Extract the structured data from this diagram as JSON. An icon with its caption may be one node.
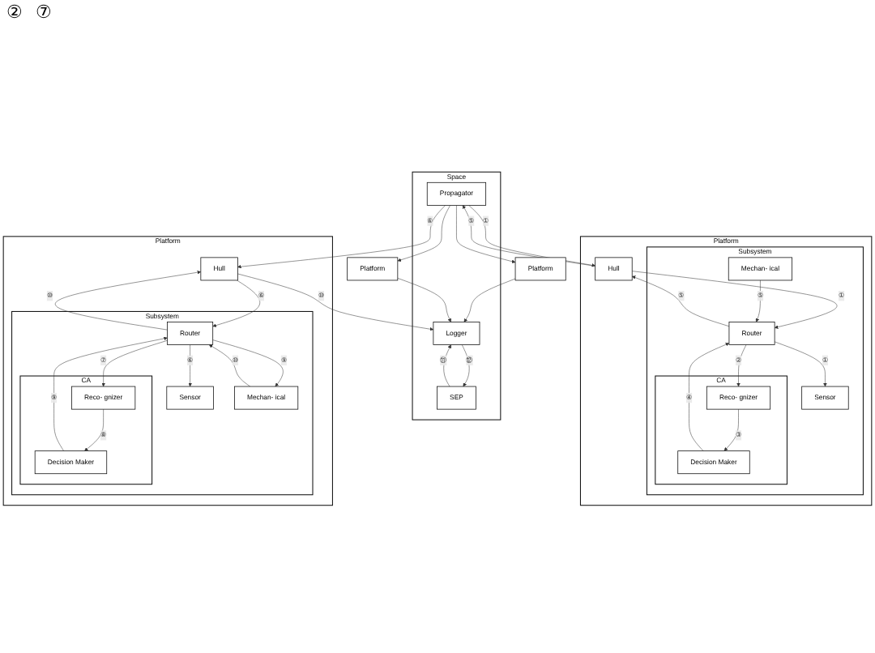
{
  "diagram": {
    "nodes": [
      {
        "text": [
          "Space"
        ]
      },
      {
        "text": [
          "Propagator"
        ],
        "in": 0
      },
      {
        "text": [
          "SEP"
        ],
        "in": 0
      },
      {
        "text": [
          "Logger"
        ],
        "in": 0
      },
      {
        "text": [
          "Platform"
        ]
      },
      {
        "text": [
          "Hull"
        ],
        "in": 4
      },
      {
        "text": [
          "Subsystem"
        ],
        "in": 4
      },
      {
        "text": [
          "Router"
        ],
        "in": 6
      },
      {
        "text": [
          "Sensor"
        ],
        "in": 6
      },
      {
        "text": [
          "CA"
        ],
        "in": 6
      },
      {
        "text": [
          "Reco- gnizer"
        ],
        "in": 9
      },
      {
        "text": [
          "Decision Maker"
        ],
        "in": 9
      },
      {
        "text": [
          "Mechan- ical"
        ],
        "in": 6
      },
      {
        "text": [
          "Platform"
        ]
      },
      {
        "text": [
          "Platform"
        ]
      },
      {
        "text": [
          "Platform"
        ]
      },
      {
        "text": [
          "Hull"
        ],
        "in": 15
      },
      {
        "text": [
          "Subsystem"
        ],
        "in": 15
      },
      {
        "text": [
          "Router"
        ],
        "in": 17
      },
      {
        "text": [
          "Sensor"
        ],
        "in": 17
      },
      {
        "text": [
          "CA"
        ],
        "in": 17
      },
      {
        "text": [
          "Reco- gnizer"
        ],
        "in": 20
      },
      {
        "text": [
          "Decision Maker"
        ],
        "in": 20
      },
      {
        "text": [
          "Mechan- ical"
        ],
        "in": 17
      }
    ],
    "edges": [
      {
        "from": 1,
        "to": 5,
        "arrow": "to",
        "label": "①"
      },
      {
        "from": 5,
        "to": 1,
        "arrow": "to",
        "label": "⑤"
      },
      {
        "from": 2,
        "to": 3,
        "arrow": "to",
        "label": "⑪"
      },
      {
        "from": 3,
        "to": 2,
        "arrow": "to",
        "label": "⑫"
      },
      {
        "from": 5,
        "to": 7,
        "arrow": "to",
        "label": "①"
      },
      {
        "from": 7,
        "to": 5,
        "arrow": "to",
        "label": "⑤"
      },
      {
        "from": 7,
        "to": 8,
        "arrow": "to",
        "label": "①"
      },
      {
        "from": 7,
        "to": 10,
        "arrow": "to",
        "label": "②"
      },
      {
        "from": 10,
        "to": 11,
        "arrow": "to",
        "label": "③"
      },
      {
        "from": 11,
        "to": 7,
        "arrow": "to",
        "label": "④"
      },
      {
        "from": 12,
        "to": 7,
        "arrow": "to",
        "label": "⑤"
      },
      {
        "from": 1,
        "to": 13,
        "arrow": "to"
      },
      {
        "from": 1,
        "to": 14,
        "arrow": "to"
      },
      {
        "from": 1,
        "to": 16,
        "arrow": "to",
        "label": "⑥"
      },
      {
        "from": 13,
        "to": 3,
        "arrow": "to"
      },
      {
        "from": 14,
        "to": 3,
        "arrow": "to"
      },
      {
        "from": 16,
        "to": 3,
        "arrow": "to",
        "label": "⑩"
      },
      {
        "from": 16,
        "to": 18,
        "arrow": "to",
        "label": "⑥"
      },
      {
        "from": 18,
        "to": 16,
        "arrow": "to",
        "label": "⑩"
      },
      {
        "from": 18,
        "to": 19,
        "arrow": "to",
        "label": "⑥"
      },
      {
        "from": 18,
        "to": 21,
        "arrow": "to",
        "label": "⑦"
      },
      {
        "from": 21,
        "to": 22,
        "arrow": "to",
        "label": "⑧"
      },
      {
        "from": 22,
        "to": 18,
        "arrow": "to",
        "label": "⑨"
      },
      {
        "from": 18,
        "to": 23,
        "arrow": "to",
        "label": "⑨"
      },
      {
        "from": 23,
        "to": 18,
        "arrow": "to",
        "label": "⑩"
      }
    ],
    "labels": [
      "②",
      "⑦"
    ]
  }
}
